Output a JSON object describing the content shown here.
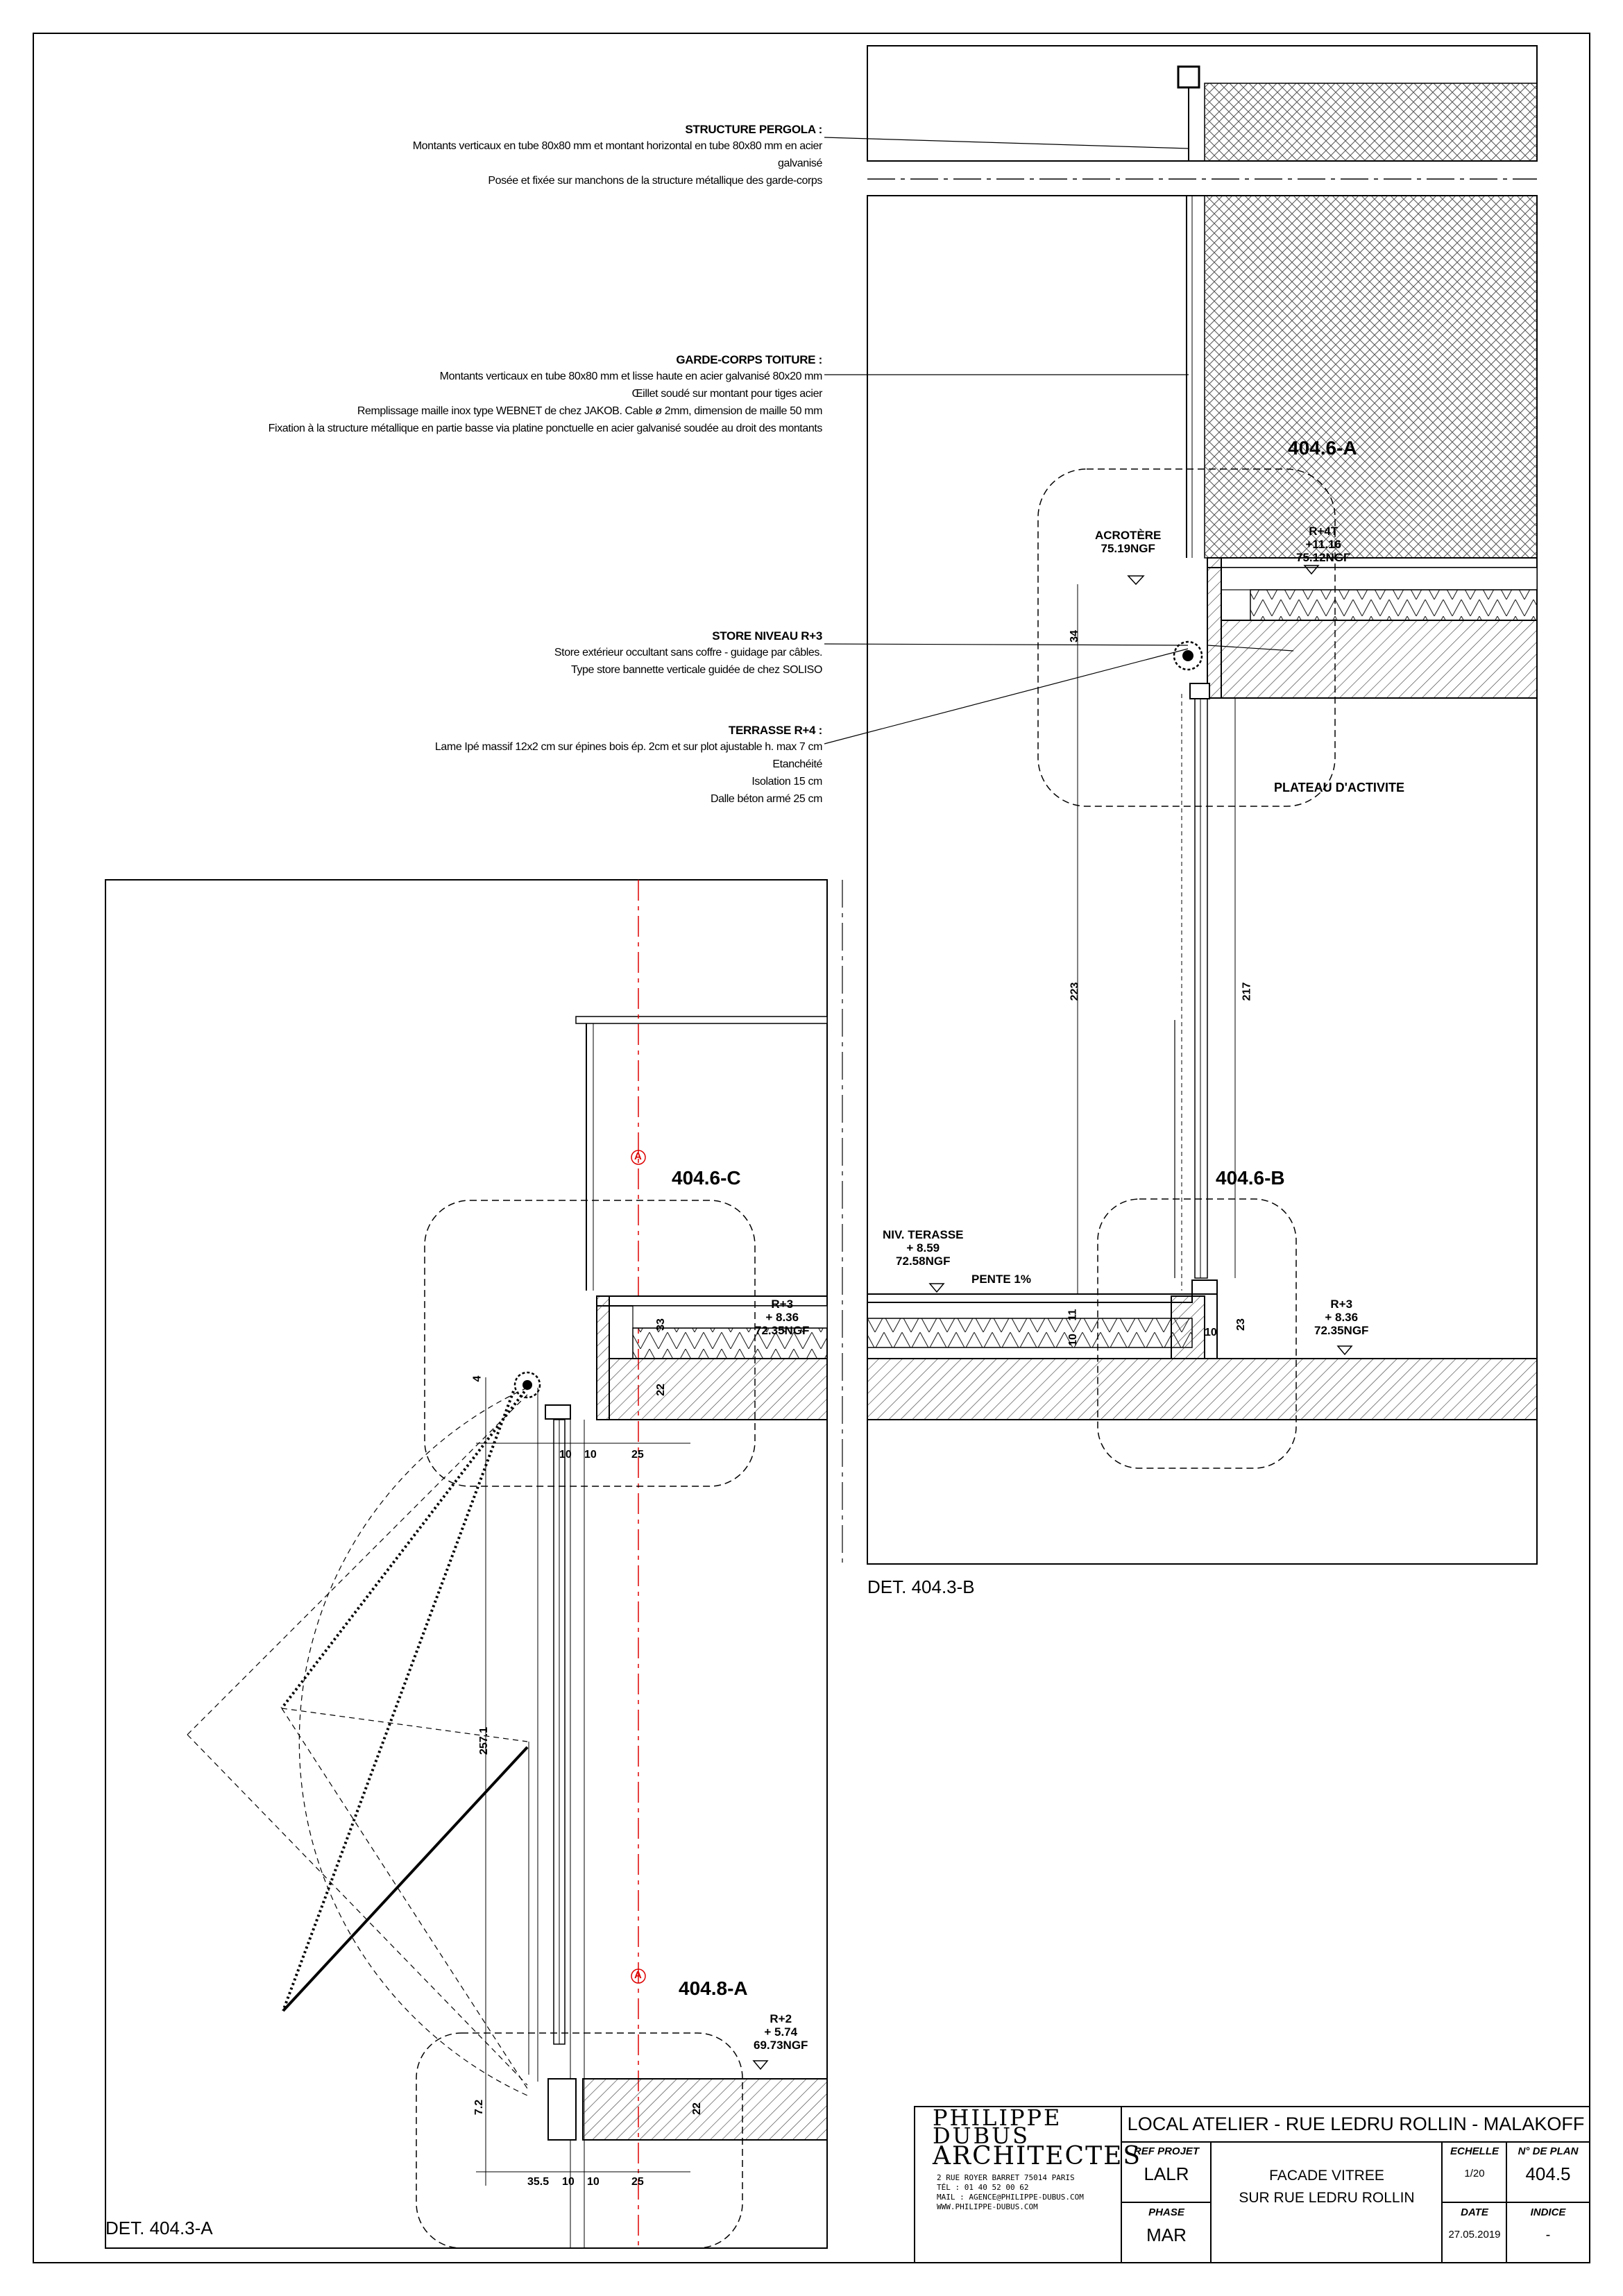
{
  "notes": {
    "pergola": {
      "title": "STRUCTURE PERGOLA :",
      "lines": [
        "Montants verticaux en tube 80x80 mm et montant horizontal en tube 80x80 mm en acier",
        "galvanisé",
        "Posée et fixée sur manchons de la structure métallique des garde-corps"
      ]
    },
    "garde_corps": {
      "title": "GARDE-CORPS TOITURE :",
      "lines": [
        "Montants verticaux en tube 80x80 mm et lisse haute en acier galvanisé 80x20 mm",
        "Œillet soudé sur montant pour tiges acier",
        "Remplissage maille inox type WEBNET de chez JAKOB. Cable ø 2mm, dimension de maille 50 mm",
        "Fixation à la structure métallique en partie basse via platine ponctuelle en acier galvanisé soudée au droit des montants"
      ]
    },
    "store": {
      "title": "STORE NIVEAU R+3",
      "lines": [
        "Store extérieur occultant sans coffre - guidage par câbles.",
        "Type store bannette verticale guidée de chez SOLISO"
      ]
    },
    "terrasse": {
      "title": "TERRASSE R+4 :",
      "lines": [
        "Lame Ipé massif 12x2 cm sur épines bois ép. 2cm et sur plot ajustable h. max 7 cm",
        "Etanchéité",
        "Isolation 15 cm",
        "Dalle béton armé 25 cm"
      ]
    }
  },
  "details": {
    "ref_404_6_A": "404.6-A",
    "ref_404_6_B": "404.6-B",
    "ref_404_6_C": "404.6-C",
    "ref_404_8_A": "404.8-A",
    "det_404_3_A": "DET. 404.3-A",
    "det_404_3_B": "DET. 404.3-B"
  },
  "levels": {
    "acrotere": {
      "l1": "ACROTÈRE",
      "l2": "75.19NGF"
    },
    "r4_top": {
      "l1": "R+4T",
      "l2": "+11.16",
      "l3": "75.12NGF"
    },
    "niv_terasse": {
      "l1": "NIV. TERASSE",
      "l2": "+ 8.59",
      "l3": "72.58NGF"
    },
    "pente": "PENTE 1%",
    "r3_b": {
      "l1": "R+3",
      "l2": "+ 8.36",
      "l3": "72.35NGF"
    },
    "r3_a": {
      "l1": "R+3",
      "l2": "+ 8.36",
      "l3": "72.35NGF"
    },
    "r2_a": {
      "l1": "R+2",
      "l2": "+ 5.74",
      "l3": "69.73NGF"
    },
    "plateau": "PLATEAU D'ACTIVITE"
  },
  "dimensions": {
    "d34": "34",
    "d223": "223",
    "d217": "217",
    "d11": "11",
    "d10a": "10",
    "d10b": "10",
    "d23": "23",
    "d33": "33",
    "d22a": "22",
    "d4": "4",
    "c10a": "10",
    "c10b": "10",
    "c25a": "25",
    "d257": "257.1",
    "d72": "7.2",
    "d22b": "22",
    "e355": "35.5",
    "e10a": "10",
    "e10b": "10",
    "e25": "25"
  },
  "axis_marker": "A",
  "title_block": {
    "logo_line1": "PHILIPPE",
    "logo_line2": "DUBUS",
    "logo_line3": "ARCHITECTES",
    "address1": "2 RUE ROYER BARRET 75014 PARIS",
    "address2": "TÉL : 01 40 52 00 62",
    "address3": "MAIL : AGENCE@PHILIPPE-DUBUS.COM",
    "address4": "WWW.PHILIPPE-DUBUS.COM",
    "project": "LOCAL ATELIER - RUE LEDRU ROLLIN - MALAKOFF",
    "ref_projet_label": "REF PROJET",
    "ref_projet": "LALR",
    "phase_label": "PHASE",
    "phase": "MAR",
    "title1": "FACADE VITREE",
    "title2": "SUR RUE LEDRU ROLLIN",
    "echelle_label": "ECHELLE",
    "echelle": "1/20",
    "date_label": "DATE",
    "date": "27.05.2019",
    "plan_label": "N° DE PLAN",
    "plan": "404.5",
    "indice_label": "INDICE",
    "indice": "-"
  }
}
